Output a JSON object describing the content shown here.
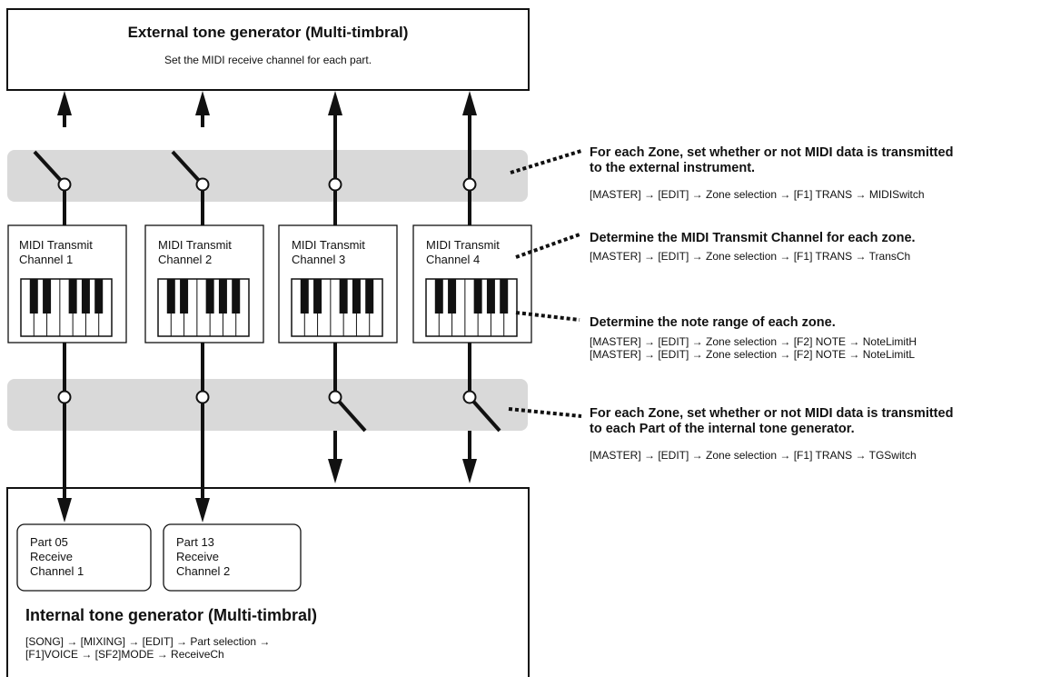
{
  "external": {
    "title": "External tone generator (Multi-timbral)",
    "subtitle": "Set the MIDI receive channel for each part."
  },
  "zones": [
    {
      "label": "MIDI Transmit\nChannel 1",
      "transmit": false,
      "tg": true
    },
    {
      "label": "MIDI Transmit\nChannel 2",
      "transmit": false,
      "tg": true
    },
    {
      "label": "MIDI Transmit\nChannel 3",
      "transmit": true,
      "tg": false
    },
    {
      "label": "MIDI Transmit\nChannel 4",
      "transmit": true,
      "tg": false
    }
  ],
  "parts": [
    {
      "label": "Part 05\nReceive\nChannel 1"
    },
    {
      "label": "Part 13\nReceive\nChannel 2"
    }
  ],
  "internal": {
    "title": "Internal tone generator (Multi-timbral)",
    "path": "[SONG] → [MIXING] → [EDIT] → Part selection →\n[F1]VOICE → [SF2]MODE → ReceiveCh"
  },
  "notes": [
    {
      "title": "For each Zone, set whether or not MIDI data is transmitted\nto the external instrument.",
      "path": "[MASTER] → [EDIT] → Zone selection → [F1] TRANS → MIDISwitch"
    },
    {
      "title": "Determine the MIDI Transmit Channel for each zone.",
      "path": "[MASTER] → [EDIT] → Zone selection → [F1] TRANS → TransCh"
    },
    {
      "title": "Determine the note range of each zone.",
      "path": "[MASTER] → [EDIT] → Zone selection → [F2] NOTE → NoteLimitH\n[MASTER] → [EDIT] → Zone selection → [F2] NOTE → NoteLimitL"
    },
    {
      "title": "For each Zone, set whether or not MIDI data is transmitted\nto each Part of the internal tone generator.",
      "path": "[MASTER] → [EDIT] → Zone selection → [F1] TRANS → TGSwitch"
    }
  ],
  "colors": {
    "band": "#d9d9d9",
    "stroke": "#111111",
    "background": "#ffffff"
  }
}
